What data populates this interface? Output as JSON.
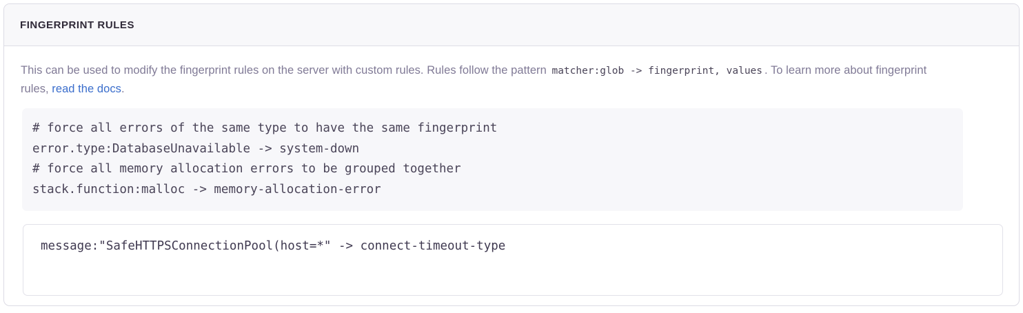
{
  "panel": {
    "title": "FINGERPRINT RULES",
    "description": {
      "part1": "This can be used to modify the fingerprint rules on the server with custom rules. Rules follow the pattern ",
      "inline_code": "matcher:glob -> fingerprint, values",
      "part2": ". To learn more about fingerprint rules, ",
      "link_text": "read the docs",
      "part3": "."
    },
    "example_code": "# force all errors of the same type to have the same fingerprint\nerror.type:DatabaseUnavailable -> system-down\n# force all memory allocation errors to be grouped together\nstack.function:malloc -> memory-allocation-error",
    "rules_input": {
      "value": "message:\"SafeHTTPSConnectionPool(host=*\" -> connect-timeout-type",
      "placeholder": ""
    }
  },
  "colors": {
    "header_bg": "#f8f8fa",
    "border": "#dcdbe4",
    "title_text": "#302a38",
    "body_text": "#807a96",
    "code_text": "#4a4458",
    "code_bg": "#f7f7fa",
    "link": "#3b6ecc",
    "input_border": "#e2e1e9"
  }
}
